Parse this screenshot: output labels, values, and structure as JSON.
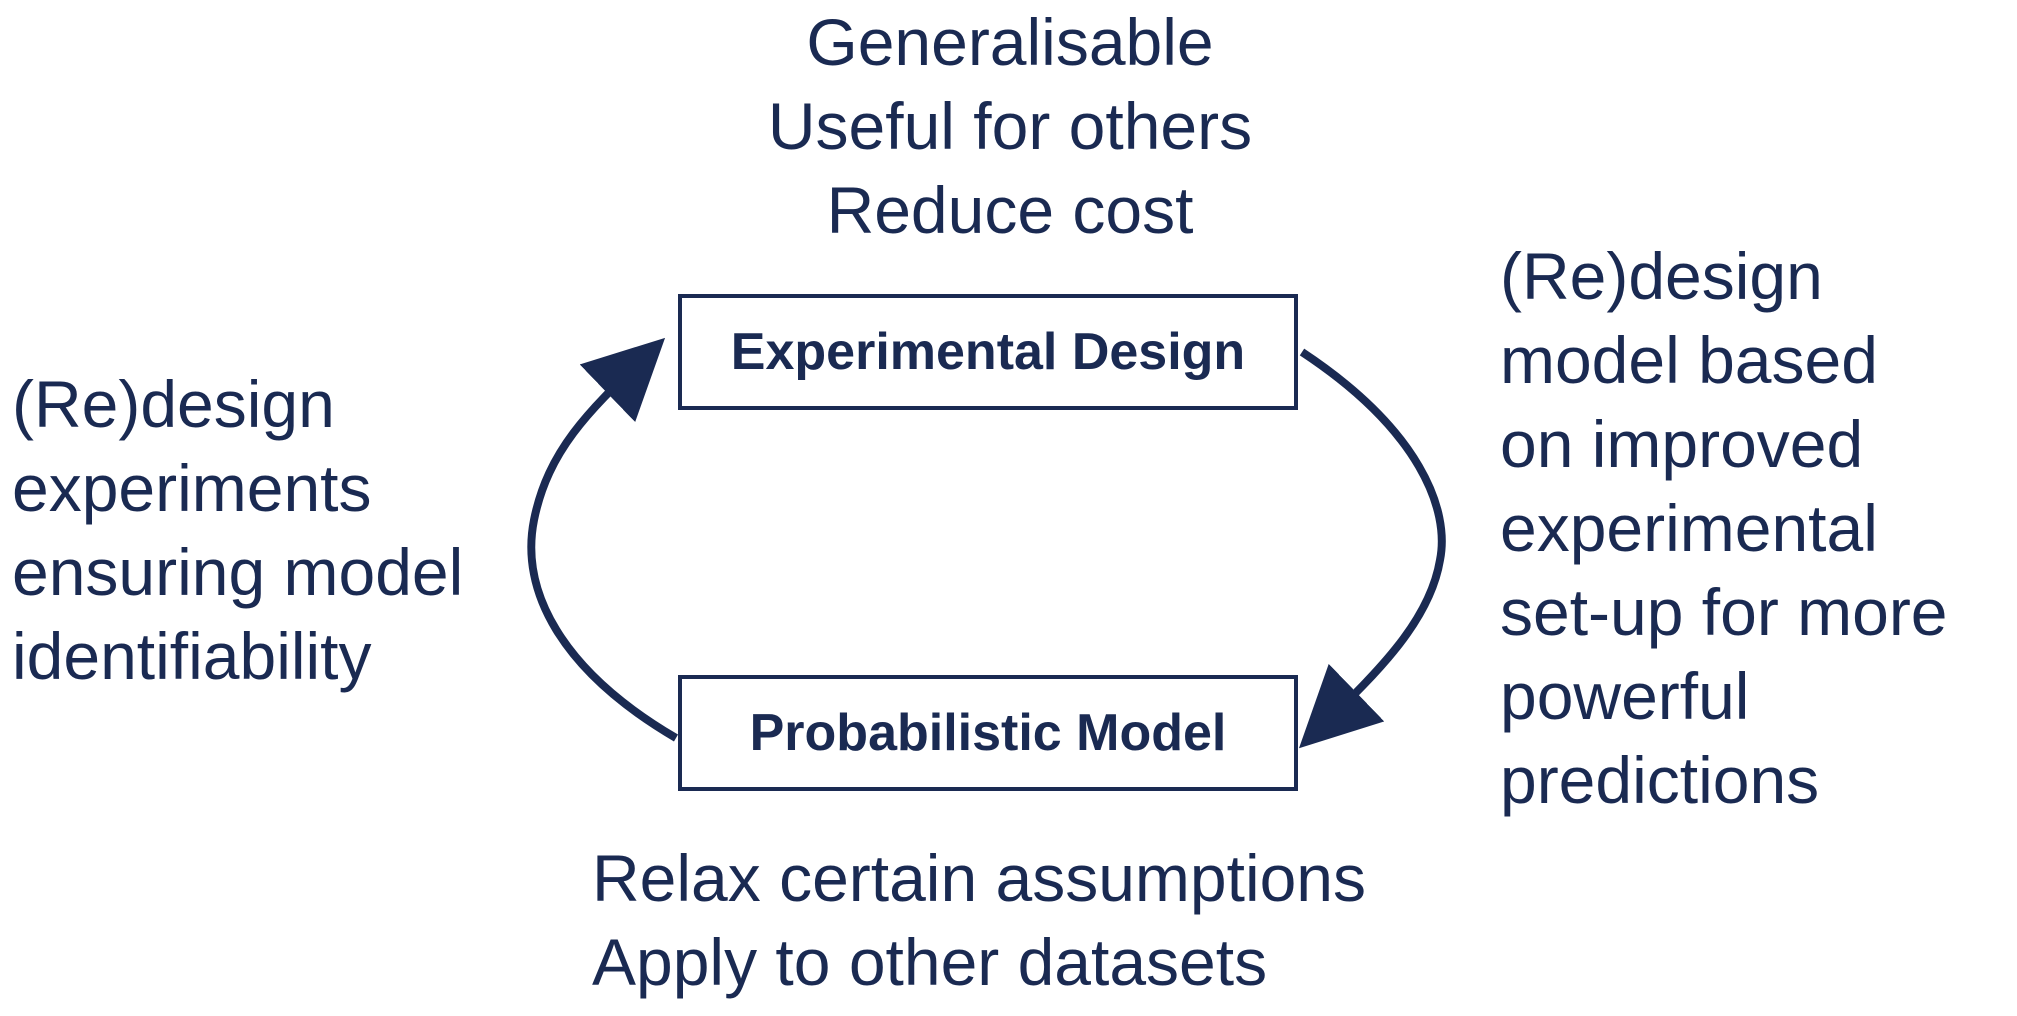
{
  "top_notes": [
    "Generalisable",
    "Useful for others",
    "Reduce cost"
  ],
  "bottom_notes": [
    "Relax certain assumptions",
    "Apply to other datasets"
  ],
  "left_notes": [
    "(Re)design",
    "experiments",
    "ensuring model",
    "identifiability"
  ],
  "right_notes": [
    "(Re)design",
    "model based",
    "on improved",
    "experimental",
    "set-up for more",
    "powerful",
    "predictions"
  ],
  "nodes": {
    "experimental_design": "Experimental Design",
    "probabilistic_model": "Probabilistic Model"
  },
  "colors": {
    "ink": "#1a2a52",
    "background": "#ffffff"
  }
}
